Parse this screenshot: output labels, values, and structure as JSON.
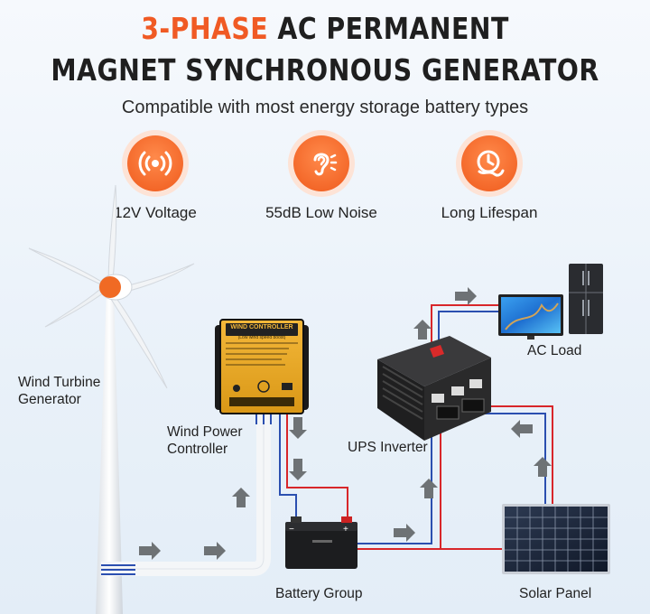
{
  "title": {
    "line1_accent": "3-PHASE",
    "line1_rest": " AC PERMANENT",
    "line2": "MAGNET SYNCHRONOUS GENERATOR"
  },
  "subtitle": "Compatible with most energy storage battery types",
  "features": [
    {
      "label": "12V Voltage",
      "icon": "sound-waves-icon"
    },
    {
      "label": "55dB Low Noise",
      "icon": "ear-icon"
    },
    {
      "label": "Long Lifespan",
      "icon": "lifespan-icon"
    }
  ],
  "components": {
    "turbine": {
      "label_line1": "Wind Turbine",
      "label_line2": "Generator"
    },
    "controller": {
      "label_line1": "Wind Power",
      "label_line2": "Controller",
      "panel_title": "WIND CONTROLLER",
      "panel_subtitle": "(Low wind speed boost)"
    },
    "inverter": {
      "label": "UPS Inverter"
    },
    "ac_load": {
      "label": "AC Load"
    },
    "battery": {
      "label": "Battery Group",
      "minus": "−",
      "plus": "+"
    },
    "solar": {
      "label": "Solar Panel"
    }
  },
  "colors": {
    "accent": "#f05a24",
    "wire_red": "#d8262a",
    "wire_blue": "#2b4fb0",
    "arrow": "#6e7275",
    "pipe": "#f4f6f8"
  }
}
